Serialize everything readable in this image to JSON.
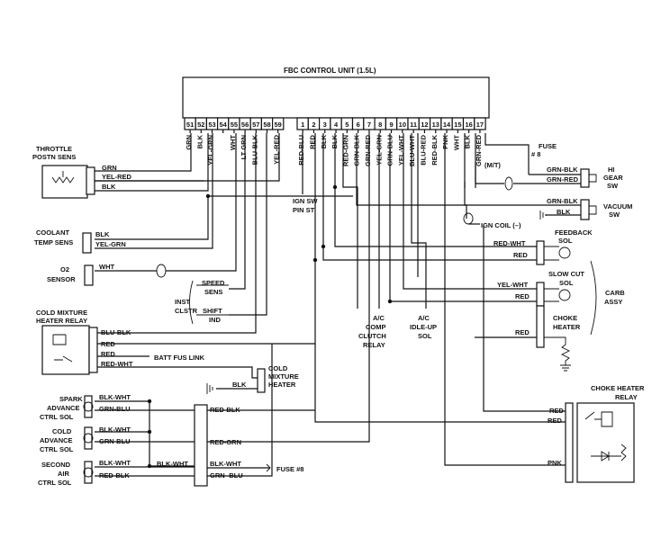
{
  "ecu": {
    "title": "FBC CONTROL UNIT (1.5L)",
    "pins_left": [
      {
        "num": "51",
        "wire": "GRN"
      },
      {
        "num": "52",
        "wire": "BLK"
      },
      {
        "num": "53",
        "wire": "YEL-GRN"
      },
      {
        "num": "54",
        "wire": ""
      },
      {
        "num": "55",
        "wire": "WHT"
      },
      {
        "num": "56",
        "wire": "LT GRN"
      },
      {
        "num": "57",
        "wire": "BLU-BLK"
      },
      {
        "num": "58",
        "wire": ""
      },
      {
        "num": "59",
        "wire": "YEL-RED"
      }
    ],
    "pins_right": [
      {
        "num": "1",
        "wire": "RED-BLU"
      },
      {
        "num": "2",
        "wire": "RED"
      },
      {
        "num": "3",
        "wire": "BLK"
      },
      {
        "num": "4",
        "wire": "BLK"
      },
      {
        "num": "5",
        "wire": "RED-GRN"
      },
      {
        "num": "6",
        "wire": "GRN-BLK"
      },
      {
        "num": "7",
        "wire": "GRN-RED"
      },
      {
        "num": "8",
        "wire": "YEL-GRN"
      },
      {
        "num": "9",
        "wire": "GRN-BLU"
      },
      {
        "num": "10",
        "wire": "YEL-WHT"
      },
      {
        "num": "11",
        "wire": "BLU-WHT"
      },
      {
        "num": "12",
        "wire": "BLU-RED"
      },
      {
        "num": "13",
        "wire": "RED-BLK"
      },
      {
        "num": "14",
        "wire": "PNK"
      },
      {
        "num": "15",
        "wire": "WHT"
      },
      {
        "num": "16",
        "wire": "BLK"
      },
      {
        "num": "17",
        "wire": "GRN-RED"
      }
    ]
  },
  "components": {
    "throttle": {
      "name": "THROTTLE\nPOSTN SENS",
      "wires": [
        "GRN",
        "YEL-RED",
        "BLK"
      ]
    },
    "coolant": {
      "name": "COOLANT\nTEMP SENS",
      "wires": [
        "BLK",
        "YEL-GRN"
      ]
    },
    "o2": {
      "name": "O2\nSENSOR",
      "wire": "WHT"
    },
    "speed": {
      "name": "SPEED\nSENS"
    },
    "inst": {
      "name": "INST\nCLSTR"
    },
    "shift": {
      "name": "SHIFT\nIND"
    },
    "cold_relay": {
      "name": "COLD MIXTURE\nHEATER RELAY",
      "wires": [
        "BLU-BLK",
        "RED",
        "RED",
        "RED-WHT"
      ]
    },
    "batt_fus": {
      "name": "BATT FUS LINK"
    },
    "cold_heater": {
      "name": "COLD\nMIXTURE\nHEATER",
      "wire": "BLK"
    },
    "ign_sw": {
      "name": "IGN SW\nPIN ST"
    },
    "ac_comp": {
      "name": "A/C\nCOMP\nCLUTCH\nRELAY"
    },
    "ac_idle": {
      "name": "A/C\nIDLE-UP\nSOL"
    },
    "fuse8_top": {
      "name": "FUSE\n# 8"
    },
    "mt": {
      "name": "(M/T)"
    },
    "hi_gear": {
      "name": "HI\nGEAR\nSW",
      "wires": [
        "GRN-BLK",
        "GRN-RED"
      ]
    },
    "vacuum": {
      "name": "VACUUM\nSW",
      "wires": [
        "GRN-BLK",
        "BLK"
      ]
    },
    "ign_coil": {
      "name": "IGN COIL (–)"
    },
    "feedback": {
      "name": "FEEDBACK\nSOL",
      "wires": [
        "RED-WHT",
        "RED"
      ]
    },
    "slow_cut": {
      "name": "SLOW CUT\nSOL",
      "wires": [
        "YEL-WHT",
        "RED"
      ]
    },
    "carb": {
      "name": "CARB\nASSY"
    },
    "choke_heater": {
      "name": "CHOKE\nHEATER",
      "wire": "RED"
    },
    "choke_relay": {
      "name": "CHOKE HEATER\nRELAY",
      "wires": [
        "RED",
        "RED",
        "PNK"
      ]
    },
    "spark": {
      "name": "SPARK\nADVANCE\nCTRL SOL",
      "wires": [
        "BLK-WHT",
        "GRN-BLU"
      ]
    },
    "cold_adv": {
      "name": "COLD\nADVANCE\nCTRL SOL",
      "wires": [
        "BLK-WHT",
        "GRN-BLU"
      ]
    },
    "second_air": {
      "name": "SECOND\nAIR\nCTRL SOL",
      "wires": [
        "BLK-WHT",
        "RED-BLK"
      ]
    },
    "connector_labels": {
      "red_blk": "RED-BLK",
      "red_grn": "RED-GRN",
      "blk_wht_a": "BLK-WHT",
      "blk_wht_b": "BLK-WHT",
      "grn_blu": "GRN- BLU"
    },
    "fuse8_bottom": {
      "name": "FUSE #8"
    }
  }
}
